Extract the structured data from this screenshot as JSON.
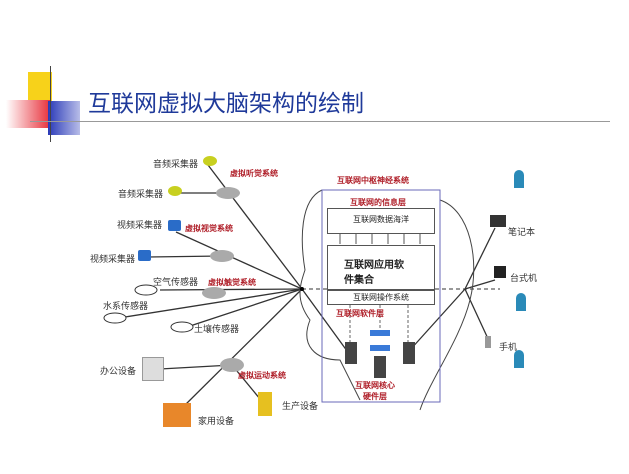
{
  "slide": {
    "title": "互联网虚拟大脑架构的绘制"
  },
  "diagram": {
    "left": {
      "audio1": "音频采集器",
      "audio2": "音频采集器",
      "hearing": "虚拟听觉系统",
      "video1": "视频采集器",
      "video2": "视频采集器",
      "vision": "虚拟视觉系统",
      "air": "空气传感器",
      "touch": "虚拟触觉系统",
      "water": "水系传感器",
      "soil": "土壤传感器",
      "office": "办公设备",
      "motion": "虚拟运动系统",
      "home": "家用设备",
      "production": "生产设备"
    },
    "center": {
      "title": "互联网中枢神经系统",
      "info_layer": "互联网的信息层",
      "data_ocean": "互联网数据海洋",
      "apps": "互联网应用软件集合",
      "os": "互联网操作系统",
      "software_layer": "互联网软件层",
      "hardware_layer": "互联网核心硬件层"
    },
    "right": {
      "laptop": "笔记本",
      "desktop": "台式机",
      "phone": "手机"
    }
  }
}
